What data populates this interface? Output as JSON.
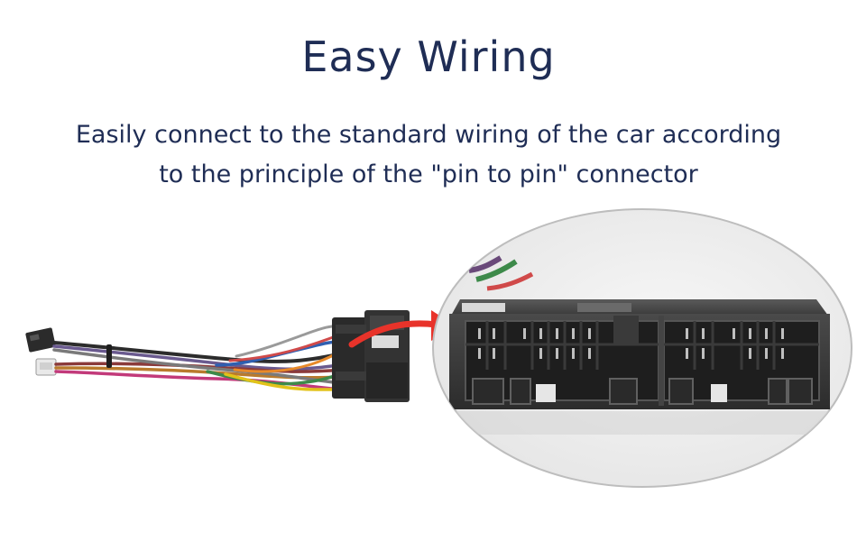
{
  "heading": {
    "title": "Easy Wiring",
    "line1": "Easily connect to the standard wiring of the car according",
    "line2": "to the principle of the \"pin to pin\" connector"
  },
  "illustration": {
    "harness": "wiring-harness-photo",
    "zoom": "connector-closeup-photo",
    "arrow_color": "#e8332a"
  }
}
